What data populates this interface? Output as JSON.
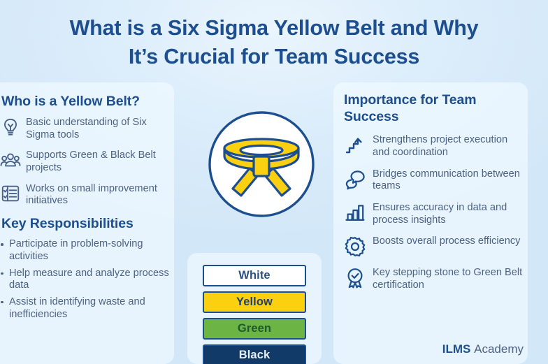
{
  "title": {
    "line1": "What is a Six Sigma Yellow Belt and Why",
    "line2": "It’s Crucial for Team Success"
  },
  "left": {
    "heading": "Who is a Yellow Belt?",
    "items": [
      {
        "icon": "lightbulb-icon",
        "text": "Basic understanding of Six Sigma tools"
      },
      {
        "icon": "people-group-icon",
        "text": "Supports Green & Black Belt projects"
      },
      {
        "icon": "checklist-icon",
        "text": "Works on small improvement initiatives"
      }
    ],
    "responsibilities_heading": "Key Responsibilities",
    "responsibilities": [
      "Participate in problem-solving activities",
      "Help measure and analyze process data",
      "Assist in identifying waste and inefficiencies"
    ]
  },
  "center": {
    "emblem": "yellow-belt-icon",
    "belts": [
      {
        "label": "White",
        "fill": "#ffffff",
        "text": "#2b4f80"
      },
      {
        "label": "Yellow",
        "fill": "#fbd010",
        "text": "#24426e"
      },
      {
        "label": "Green",
        "fill": "#6cb544",
        "text": "#1f5a2c"
      },
      {
        "label": "Black",
        "fill": "#123a68",
        "text": "#e8eff7"
      }
    ]
  },
  "right": {
    "heading": "Importance for Team Success",
    "items": [
      {
        "icon": "growth-arrow-icon",
        "text": "Strengthens project execution and coordination"
      },
      {
        "icon": "speech-bubbles-icon",
        "text": "Bridges communication between teams"
      },
      {
        "icon": "bar-chart-icon",
        "text": "Ensures accuracy in data and process insights"
      },
      {
        "icon": "gear-icon",
        "text": "Boosts overall process efficiency"
      },
      {
        "icon": "award-check-icon",
        "text": "Key stepping stone to Green Belt certification"
      }
    ]
  },
  "brand": {
    "primary": "ILMS",
    "secondary": "Academy"
  },
  "colors": {
    "background": "#d7eaf9",
    "panel": "#f0f9ff",
    "heading_blue": "#1d4e8f",
    "body_blue": "#4d6183",
    "yellow": "#fbd010",
    "green": "#6cb544",
    "navy": "#123a68"
  }
}
